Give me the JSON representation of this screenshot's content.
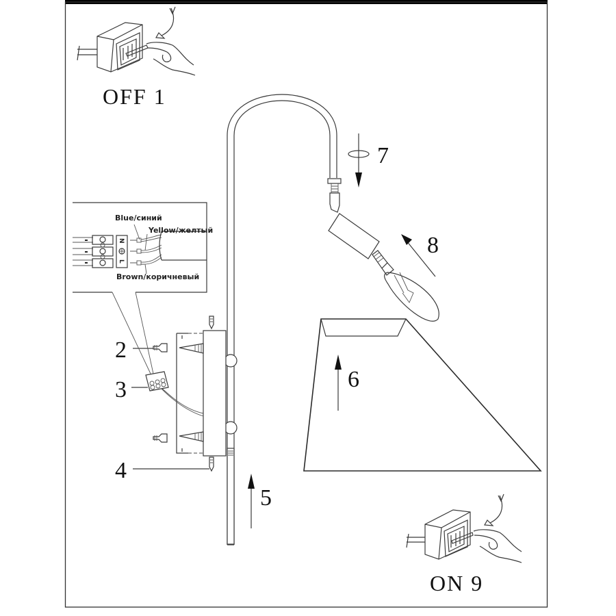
{
  "diagram": {
    "title": "Wall lamp installation steps",
    "steps": [
      {
        "number": "1",
        "label": "OFF 1",
        "description": "Switch off power"
      },
      {
        "number": "2",
        "label": "2",
        "description": "Wall anchors / plugs"
      },
      {
        "number": "3",
        "label": "3",
        "description": "Terminal block connector"
      },
      {
        "number": "4",
        "label": "4",
        "description": "Fixing screw"
      },
      {
        "number": "5",
        "label": "5",
        "description": "Insert arm upward"
      },
      {
        "number": "6",
        "label": "6",
        "description": "Fit lamp shade upward"
      },
      {
        "number": "7",
        "label": "7",
        "description": "Rotate and lower socket"
      },
      {
        "number": "8",
        "label": "8",
        "description": "Screw in bulb"
      },
      {
        "number": "9",
        "label": "ON 9",
        "description": "Switch on power"
      }
    ],
    "wiring": {
      "blue": "Blue/синий",
      "yellow": "Yellow/желтый",
      "brown": "Brown/коричневый",
      "terminal_n": "N",
      "terminal_l": "L"
    },
    "colors": {
      "line": "#3a3a3a",
      "text": "#111111",
      "frame_bar": "#000000"
    }
  }
}
